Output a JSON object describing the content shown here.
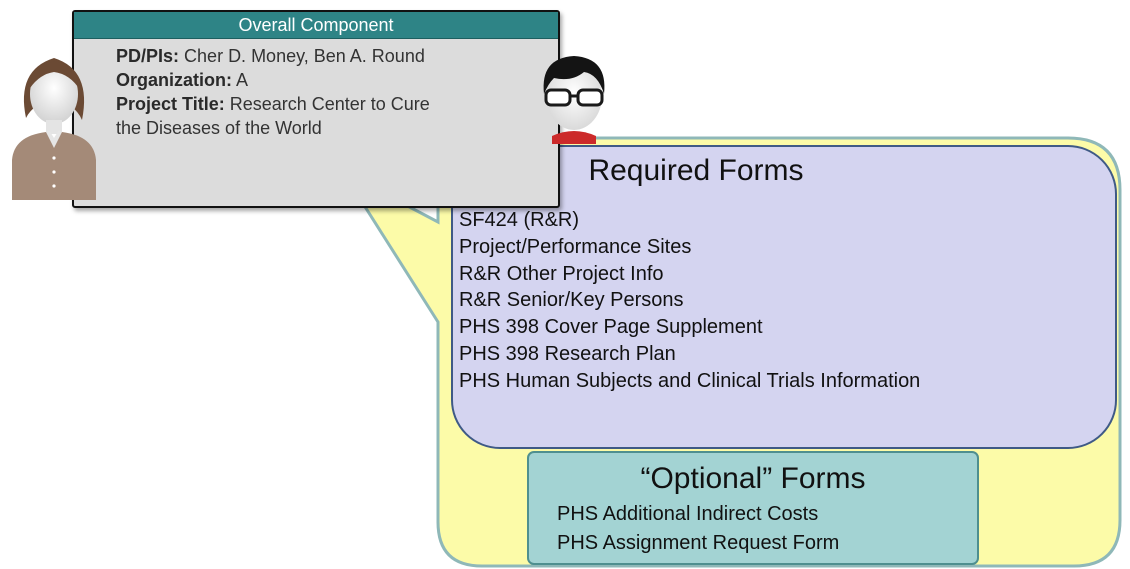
{
  "overall_component": {
    "header": "Overall Component",
    "pd_pis_label": "PD/PIs:",
    "pd_pis_value": "Cher D. Money, Ben A. Round",
    "organization_label": "Organization:",
    "organization_value": "A",
    "project_title_label": "Project Title:",
    "project_title_value_line1": "Research Center to Cure",
    "project_title_value_line2": "the Diseases of the World"
  },
  "required_forms": {
    "title": "Required Forms",
    "items": [
      "SF424 (R&R)",
      "Project/Performance Sites",
      "R&R Other Project Info",
      "R&R Senior/Key Persons",
      "PHS 398 Cover Page Supplement",
      "PHS 398 Research Plan",
      "PHS Human Subjects and Clinical Trials Information"
    ]
  },
  "optional_forms": {
    "title": "“Optional” Forms",
    "items": [
      "PHS Additional Indirect Costs",
      "PHS Assignment Request Form"
    ]
  },
  "icons": {
    "woman": "woman-avatar-icon",
    "man": "man-with-glasses-avatar-icon"
  },
  "colors": {
    "header_teal": "#2e8486",
    "card_gray": "#dcdcdc",
    "bubble_yellow": "#fcfba8",
    "bubble_border": "#8fb8b8",
    "required_lavender": "#d4d4f0",
    "optional_teal": "#a3d3d3"
  }
}
